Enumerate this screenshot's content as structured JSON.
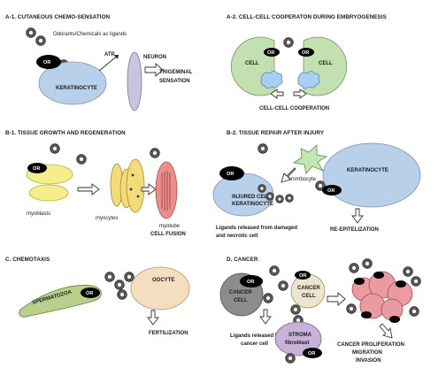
{
  "panels": {
    "a1": {
      "title": "A-1. CUTANEOUS CHEMO-SENSATION",
      "ligands_label": "Odorants/Chemicals as ligands",
      "receptor": "OR",
      "cell": "KERATINOCYTE",
      "signal": "ATP",
      "neuron": "NEURON",
      "output_line1": "TRIGEMINAL",
      "output_line2": "SENSATION"
    },
    "a2": {
      "title": "A-2. CELL-CELL COOPERATON DURING EMBRYOGENESIS",
      "cell_left": "CELL",
      "cell_right": "CELL",
      "receptor_left": "OR",
      "receptor_right": "OR",
      "output": "CELL-CELL COOPERATION"
    },
    "b1": {
      "title": "B-1. TISSUE GROWTH AND REGENERATION",
      "receptor": "OR",
      "myoblasts": "myoblasts",
      "myocytes": "myocytes",
      "myotube": "myotube",
      "fusion": "CELL FUSION"
    },
    "b2": {
      "title": "B-2. TISSUE REPAIR AFTER INJURY",
      "receptor_left": "OR",
      "receptor_right": "OR",
      "thrombocyte": "thrombocyte",
      "keratinocyte": "KERATINOCYTE",
      "injured_line1": "INJURED CELL",
      "injured_line2": "KERATINOCYTE",
      "ligands_line1": "Ligands released from damaged",
      "ligands_line2": "and necrotic cell",
      "output": "RE-EPITELIZATION"
    },
    "c": {
      "title": "C. CHEMOTAXIS",
      "sperm": "SPERMATOZOA",
      "receptor": "OR",
      "oocyte": "OOCYTE",
      "output": "FERTILIZATION"
    },
    "d": {
      "title": "D. CANCER",
      "receptor_main": "OR",
      "receptor_small": "OR",
      "receptor_stroma": "OR",
      "cancer_left_line1": "CANCER",
      "cancer_left_line2": "CELL",
      "cancer_right_line1": "CANCER",
      "cancer_right_line2": "CELL",
      "stroma_line1": "STROMA",
      "stroma_line2": "fibroblast",
      "ligands_line1": "Ligands released from",
      "ligands_line2": "cancer cell",
      "outcome_line1": "CANCER PROLIFERATION",
      "outcome_line2": "MIGRATION",
      "outcome_line3": "INVASION"
    }
  },
  "colors": {
    "keratinocyte": "#b9d0ea",
    "neuron": "#c9c3dd",
    "embryo_cell": "#c3e0b0",
    "cloud": "#a9cff0",
    "myoblast": "#f4ef8a",
    "myocyte": "#f3dc77",
    "myotube": "#ef8c8c",
    "thrombocyte": "#c3e6b2",
    "oocyte": "#f5ddc0",
    "sperm": "#b9cf8c",
    "cancer_grey": "#8c8c8c",
    "cancer_beige": "#ece5cd",
    "stroma": "#c8b2da",
    "tumor_pink": "#eb9aa1",
    "receptor": "#000000"
  }
}
